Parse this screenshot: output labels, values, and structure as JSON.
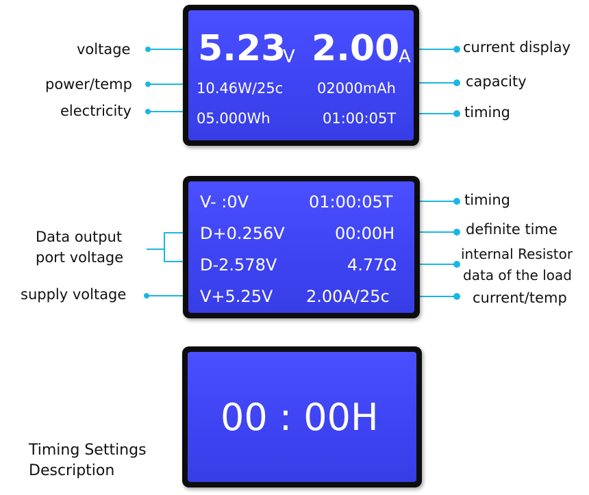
{
  "panel1": {
    "voltage_value": "5.23",
    "voltage_unit": "V",
    "current_value": "2.00",
    "current_unit": "A",
    "power_temp": "10.46W/25c",
    "capacity": "02000mAh",
    "energy": "05.000Wh",
    "timing": "01:00:05T",
    "labels": {
      "voltage": "voltage",
      "power_temp": "power/temp",
      "electricity": "electricity",
      "current_display": "current display",
      "capacity": "capacity",
      "timing": "timing"
    }
  },
  "panel2": {
    "v_minus": "V- :0V",
    "timing": "01:00:05T",
    "d_plus": "D+0.256V",
    "definite_time": "00:00H",
    "d_minus": "D-2.578V",
    "resistance": "4.77Ω",
    "v_plus": "V+5.25V",
    "current_temp": "2.00A/25c",
    "labels": {
      "data_output_line1": "Data output",
      "data_output_line2": "port voltage",
      "supply_voltage": "supply voltage",
      "timing": "timing",
      "definite_time": "definite time",
      "internal_resistor_line1": "internal Resistor",
      "internal_resistor_line2": "data of the load",
      "current_temp": "current/temp"
    }
  },
  "panel3": {
    "time_display": "00 : 00H",
    "caption_line1": "Timing Settings",
    "caption_line2": "Description"
  },
  "colors": {
    "lcd_blue": "#4249f5",
    "bezel": "#0d0d0d",
    "callout": "#19b6e6"
  }
}
